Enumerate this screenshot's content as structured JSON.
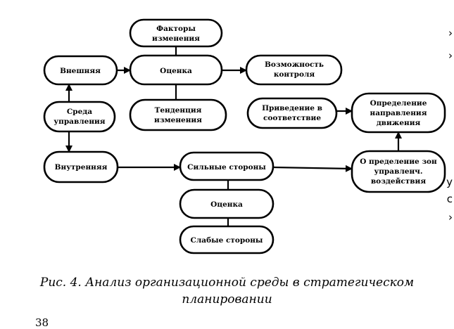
{
  "diagram": {
    "nodes": {
      "factors": "Факторы изменения",
      "assess_top": "Оценка",
      "external": "Внешняя",
      "control": "Возможность контроля",
      "environment": "Среда управления",
      "trend": "Тенденция изменения",
      "alignment": "Приведение в соответствие",
      "direction": "Определение направления движения",
      "internal": "Внутренняя",
      "strengths": "Сильные стороны",
      "zones": "О пределение зон управленч. воздействия",
      "assess_mid": "Оценка",
      "weaknesses": "Слабые стороны"
    }
  },
  "caption": {
    "line1": "Рис. 4. Анализ организационной среды в стратегическом",
    "line2": "планировании"
  },
  "page_number": "38",
  "edge_marks": [
    "›",
    "›",
    "у",
    "с",
    "›"
  ]
}
